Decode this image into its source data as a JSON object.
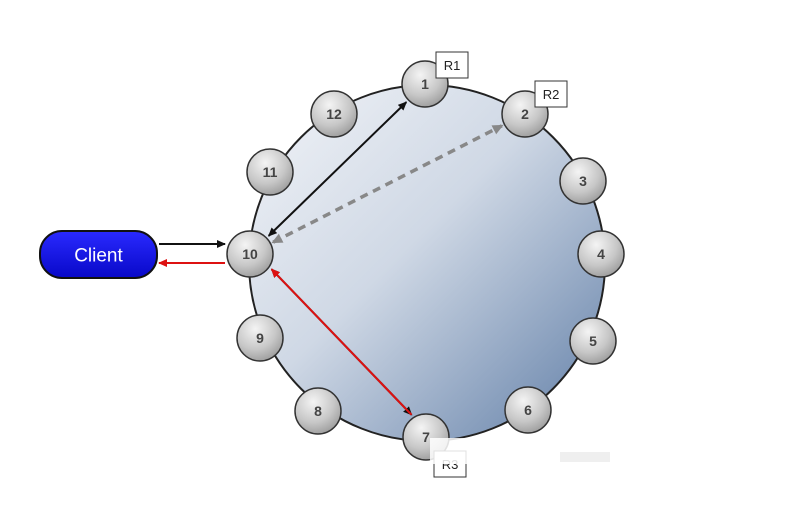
{
  "client": {
    "label": "Client"
  },
  "nodes": [
    {
      "id": "1",
      "label": "1"
    },
    {
      "id": "2",
      "label": "2"
    },
    {
      "id": "3",
      "label": "3"
    },
    {
      "id": "4",
      "label": "4"
    },
    {
      "id": "5",
      "label": "5"
    },
    {
      "id": "6",
      "label": "6"
    },
    {
      "id": "7",
      "label": "7"
    },
    {
      "id": "8",
      "label": "8"
    },
    {
      "id": "9",
      "label": "9"
    },
    {
      "id": "10",
      "label": "10"
    },
    {
      "id": "11",
      "label": "11"
    },
    {
      "id": "12",
      "label": "12"
    }
  ],
  "replica_tags": [
    {
      "label": "R1",
      "node": "1"
    },
    {
      "label": "R2",
      "node": "2"
    },
    {
      "label": "R3",
      "node": "7"
    }
  ],
  "edges": [
    {
      "from": "client",
      "to": "10",
      "color": "#111111",
      "style": "solid",
      "heads": "end"
    },
    {
      "from": "10",
      "to": "client",
      "color": "#dd1111",
      "style": "solid",
      "heads": "end"
    },
    {
      "from": "10",
      "to": "1",
      "color": "#111111",
      "style": "solid",
      "heads": "both"
    },
    {
      "from": "10",
      "to": "2",
      "color": "#888888",
      "style": "dashed",
      "heads": "both"
    },
    {
      "from": "10",
      "to": "7",
      "color": "#111111",
      "style": "solid",
      "heads": "both"
    },
    {
      "from": "7",
      "to": "10",
      "color": "#dd1111",
      "style": "solid",
      "heads": "end"
    }
  ],
  "colors": {
    "client_fill": "#1010e0",
    "ring_light": "#eef1f6",
    "ring_dark": "#6a86ab",
    "node_fill": "#c4c4c4"
  }
}
